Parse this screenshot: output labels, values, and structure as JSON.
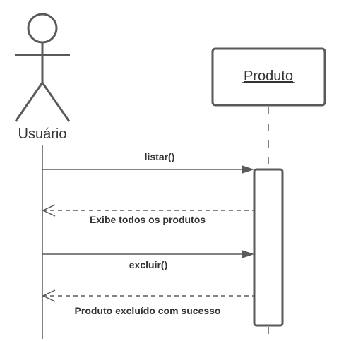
{
  "actor": {
    "name": "Usuário"
  },
  "object": {
    "name": "Produto"
  },
  "messages": [
    {
      "label": "listar()",
      "kind": "call"
    },
    {
      "label": "Exibe todos os produtos",
      "kind": "return"
    },
    {
      "label": "excluir()",
      "kind": "call"
    },
    {
      "label": "Produto excluído com sucesso",
      "kind": "return"
    }
  ],
  "colors": {
    "stroke": "#5a5a5a",
    "text": "#333333",
    "background": "#ffffff"
  }
}
